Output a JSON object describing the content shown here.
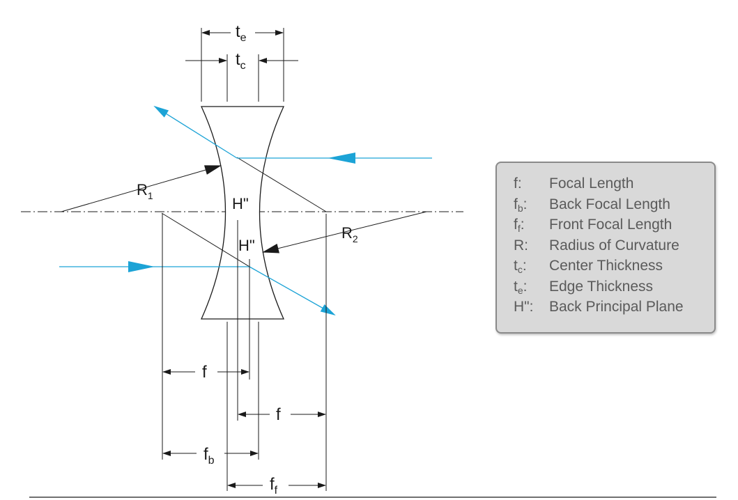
{
  "labels": {
    "te": "t",
    "te_sub": "e",
    "tc": "t",
    "tc_sub": "c",
    "r1": "R",
    "r1_sub": "1",
    "r2": "R",
    "r2_sub": "2",
    "h_upper": "H\"",
    "h_lower": "H\"",
    "f_left": "f",
    "f_right": "f",
    "fb": "f",
    "fb_sub": "b",
    "ff": "f",
    "ff_sub": "f"
  },
  "legend": [
    {
      "key": "f",
      "sub": "",
      "suffix": ":",
      "value": "Focal Length"
    },
    {
      "key": "f",
      "sub": "b",
      "suffix": ":",
      "value": "Back Focal Length"
    },
    {
      "key": "f",
      "sub": "f",
      "suffix": ":",
      "value": "Front Focal Length"
    },
    {
      "key": "R",
      "sub": "",
      "suffix": ":",
      "value": "Radius of Curvature"
    },
    {
      "key": "t",
      "sub": "c",
      "suffix": ":",
      "value": "Center Thickness"
    },
    {
      "key": "t",
      "sub": "e",
      "suffix": ":",
      "value": "Edge Thickness"
    },
    {
      "key": "H\"",
      "sub": "",
      "suffix": ":",
      "value": "Back Principal Plane"
    }
  ],
  "colors": {
    "ray": "#1ca3d6",
    "line": "#1a1a1a",
    "legend_bg": "#d9d9d9",
    "legend_text": "#5a5a5a"
  }
}
